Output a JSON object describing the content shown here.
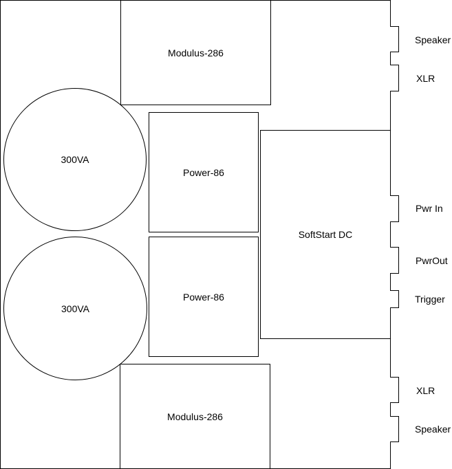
{
  "enclosure": {
    "modules": {
      "modulus_top": "Modulus-286",
      "modulus_bottom": "Modulus-286",
      "power_top": "Power-86",
      "power_bottom": "Power-86",
      "softstart": "SoftStart DC"
    },
    "transformers": {
      "top": "300VA",
      "bottom": "300VA"
    },
    "connectors": {
      "speaker_top": "Speaker",
      "xlr_top": "XLR",
      "pwr_in": "Pwr In",
      "pwr_out": "PwrOut",
      "trigger": "Trigger",
      "xlr_bottom": "XLR",
      "speaker_bottom": "Speaker"
    }
  }
}
